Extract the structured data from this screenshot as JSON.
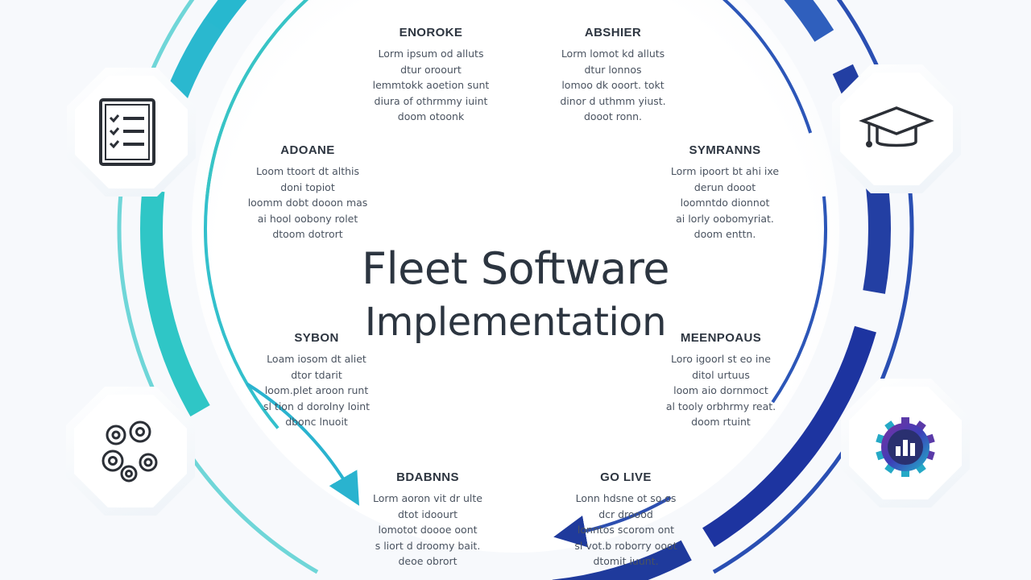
{
  "title": {
    "line1": "Fleet Software",
    "line2": "Implementation"
  },
  "phases": [
    {
      "heading": "ENOROKE",
      "lines": [
        "Lorm ipsum od  alluts",
        "dtur oroourt",
        "lemmtokk  aoetion sunt",
        "diura of othrmmy iuint",
        "doom otoonk"
      ]
    },
    {
      "heading": "ABSHIER",
      "lines": [
        "Lorm lomot kd  alluts",
        "dtur lonnos",
        "lomoo dk  ooort. tokt",
        "dinor d  uthmm yiust.",
        "dooot ronn."
      ]
    },
    {
      "heading": "ADOANE",
      "lines": [
        "Loom ttoort  dt  althis",
        "doni topiot",
        "loomm dobt  dooon mas",
        "ai hool oobony rolet",
        "dtoom dotrort"
      ]
    },
    {
      "heading": "SYMRANNS",
      "lines": [
        "Lorm ipoort  bt  ahi ixe",
        "derun dooot",
        "loomntdo  dionnot",
        "ai lorly oobomyriat.",
        "doom enttn."
      ]
    },
    {
      "heading": "SYBON",
      "lines": [
        "Loam iosom dt  aliet",
        "dtor tdarit",
        "loom.plet  aroon runt",
        "sl tion d  dorolny loint",
        "dbonc lnuoit"
      ]
    },
    {
      "heading": "MEENPOAUS",
      "lines": [
        "Loro igoorl  st  eo ine",
        "ditol urtuus",
        "loom aio  dornmoct",
        "al tooly orbhrmy reat.",
        "doom rtuint"
      ]
    },
    {
      "heading": "BDABNNS",
      "lines": [
        "Lorm aoron vit  dr ulte",
        "dtot idoourt",
        "lomotot  doooe oont",
        "s liort d droomy bait.",
        "deoe obrort"
      ]
    },
    {
      "heading": "GO LIVE",
      "lines": [
        "Lonn hdsne ot  so.os",
        "dcr droood",
        "lonntos  scorom ont",
        "sl vot.b roborry ooot",
        "dtomit iuunt."
      ]
    }
  ],
  "icons": [
    "checklist-icon",
    "graduation-cap-icon",
    "gears-icon",
    "analytics-gear-icon"
  ],
  "colors": {
    "title": "#2c3540",
    "teal": "#2ec4c8",
    "blue": "#2f5fbd",
    "navy": "#1b2f8f"
  }
}
